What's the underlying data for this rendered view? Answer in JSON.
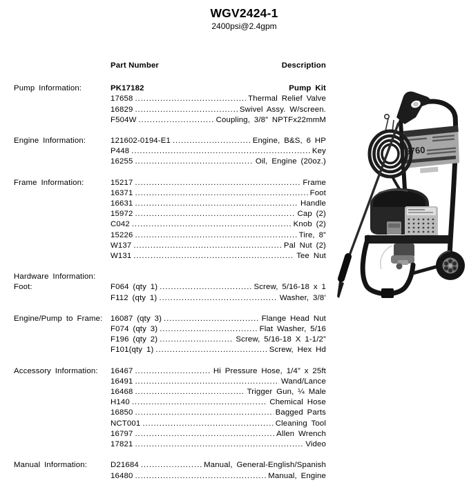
{
  "title": "WGV2424-1",
  "subtitle": "2400psi@2.4gpm",
  "table": {
    "part_number_header": "Part Number",
    "description_header": "Description",
    "sections": [
      {
        "label": "Pump Information:",
        "rows": [
          {
            "part": "PK17182",
            "desc": "Pump Kit",
            "emphasis": true,
            "leader": false
          },
          {
            "part": "17658",
            "desc": "Thermal Relief Valve",
            "leader": true
          },
          {
            "part": "16829",
            "desc": "Swivel Assy. W/screen.",
            "leader": true
          },
          {
            "part": "F504W",
            "desc": "Coupling, 3/8” NPTFx22mmM",
            "leader": true
          }
        ]
      },
      {
        "label": "Engine Information:",
        "rows": [
          {
            "part": "121602-0194-E1",
            "desc": "Engine, B&S, 6 HP",
            "leader": true
          },
          {
            "part": "P448",
            "desc": "Key",
            "leader": true
          },
          {
            "part": "16255",
            "desc": "Oil, Engine (20oz.)",
            "leader": true
          }
        ]
      },
      {
        "label": "Frame Information:",
        "rows": [
          {
            "part": "15217",
            "desc": "Frame",
            "leader": true
          },
          {
            "part": "16371",
            "desc": "Foot",
            "leader": true
          },
          {
            "part": "16631",
            "desc": "Handle",
            "leader": true
          },
          {
            "part": "15972",
            "desc": "Cap (2)",
            "leader": true
          },
          {
            "part": "C042",
            "desc": "Knob (2)",
            "leader": true
          },
          {
            "part": "15226",
            "desc": "Tire, 8”",
            "leader": true
          },
          {
            "part": "W137",
            "desc": "Pal Nut (2)",
            "leader": true
          },
          {
            "part": "W131",
            "desc": "Tee Nut",
            "leader": true
          }
        ]
      },
      {
        "label": "Hardware Information:",
        "label_own_line": true,
        "sublabel": "Foot:",
        "rows": [
          {
            "part": "F064 (qty 1)",
            "desc": "Screw, 5/16-18 x 1",
            "leader": true
          },
          {
            "part": "F112 (qty 1)",
            "desc": "Washer, 3/8’",
            "leader": true
          }
        ]
      },
      {
        "label": "Engine/Pump to Frame:",
        "rows": [
          {
            "part": "16087 (qty 3)",
            "desc": "Flange Head Nut",
            "leader": true
          },
          {
            "part": "F074 (qty 3)",
            "desc": "Flat Washer, 5/16",
            "leader": true
          },
          {
            "part": "F196 (qty 2)",
            "desc": "Screw, 5/16-18 X 1-1/2”",
            "leader": true
          },
          {
            "part": "F101(qty 1)",
            "desc": "Screw, Hex Hd",
            "leader": true
          }
        ]
      },
      {
        "label": "Accessory Information:",
        "rows": [
          {
            "part": "16467",
            "desc": "Hi Pressure Hose, 1/4” x 25ft",
            "leader": true
          },
          {
            "part": "16491",
            "desc": "Wand/Lance",
            "leader": true
          },
          {
            "part": "16468",
            "desc": "Trigger Gun, ¼ Male",
            "leader": true
          },
          {
            "part": "H140",
            "desc": "Chemical Hose",
            "leader": true
          },
          {
            "part": "16850",
            "desc": "Bagged Parts",
            "leader": true
          },
          {
            "part": "NCT001",
            "desc": "Cleaning Tool",
            "leader": true
          },
          {
            "part": "16797",
            "desc": "Allen Wrench",
            "leader": true
          },
          {
            "part": "17821",
            "desc": "Video",
            "leader": true
          }
        ]
      },
      {
        "label": "Manual Information:",
        "rows": [
          {
            "part": "D21684",
            "desc": "Manual, General-English/Spanish",
            "leader": true
          },
          {
            "part": "16480",
            "desc": "Manual, Engine",
            "leader": true
          }
        ]
      }
    ]
  },
  "photo": {
    "description": "pressure washer product photo",
    "label_text": "5760",
    "colors": {
      "frame_dark": "#161616",
      "label_gray": "#a8a8a8",
      "grille_gray": "#bcbcbc"
    }
  }
}
